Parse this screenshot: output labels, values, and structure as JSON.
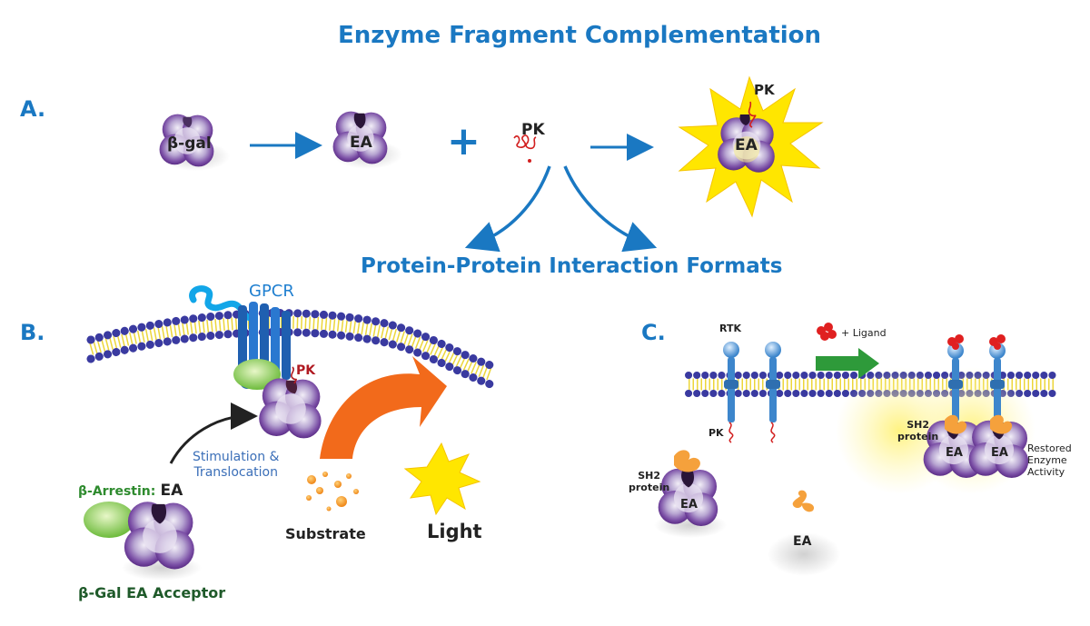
{
  "title": "Enzyme Fragment Complementation",
  "subtitle": "Protein-Protein Interaction Formats",
  "panels": {
    "a": "A.",
    "b": "B.",
    "c": "C."
  },
  "panel_a": {
    "bgal": "β-gal",
    "ea": "EA",
    "plus": "+",
    "pk": "PK",
    "pk_result": "PK",
    "ea_result": "EA"
  },
  "panel_b": {
    "gpcr": "GPCR",
    "pk": "PK",
    "stimulation_line1": "Stimulation &",
    "stimulation_line2": "Translocation",
    "arrestin_label": "β-Arrestin:",
    "arrestin_ea": "EA",
    "acceptor": "β-Gal EA Acceptor",
    "substrate": "Substrate",
    "light": "Light"
  },
  "panel_c": {
    "rtk": "RTK",
    "ligand": "+ Ligand",
    "pk": "PK",
    "sh2_line1": "SH2",
    "sh2_line2": "protein",
    "sh2b_line1": "SH2",
    "sh2b_line2": "protein",
    "ea_left": "EA",
    "ea_free": "EA",
    "ea_r1": "EA",
    "ea_r2": "EA",
    "restored_line1": "Restored",
    "restored_line2": "Enzyme",
    "restored_line3": "Activity"
  },
  "colors": {
    "title_blue": "#1a78c2",
    "arrow_blue": "#1a78c2",
    "enzyme_purple": "#7b4fa6",
    "membrane_bead": "#3a3aa0",
    "star_yellow": "#ffe600",
    "orange": "#f26a1b",
    "receptor_blue": "#1f7fd0",
    "green_arrow": "#2e9a3a"
  }
}
